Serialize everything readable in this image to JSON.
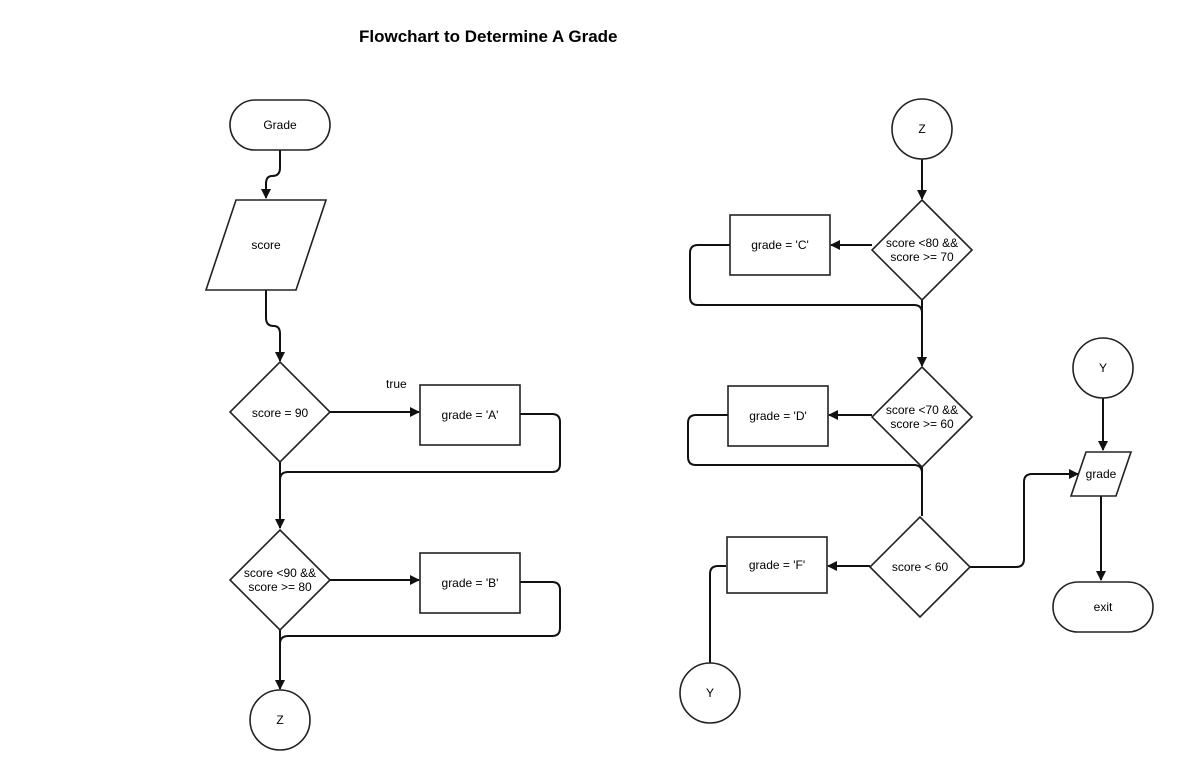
{
  "title": "Flowchart to Determine A Grade",
  "nodes": {
    "grade_start": "Grade",
    "score_input": "score",
    "cond_90": "score = 90",
    "assign_a": "grade = 'A'",
    "cond_80_line1": "score <90 &&",
    "cond_80_line2": "score >= 80",
    "assign_b": "grade = 'B'",
    "connector_z_left": "Z",
    "connector_z_right": "Z",
    "cond_70_line1": "score <80 &&",
    "cond_70_line2": "score >= 70",
    "assign_c": "grade = 'C'",
    "cond_60_line1": "score <70 &&",
    "cond_60_line2": "score >= 60",
    "assign_d": "grade = 'D'",
    "cond_lt60": "score < 60",
    "assign_f": "grade = 'F'",
    "connector_y_bottom": "Y",
    "connector_y_top": "Y",
    "grade_output": "grade",
    "exit": "exit"
  },
  "edge_labels": {
    "true_label": "true"
  }
}
